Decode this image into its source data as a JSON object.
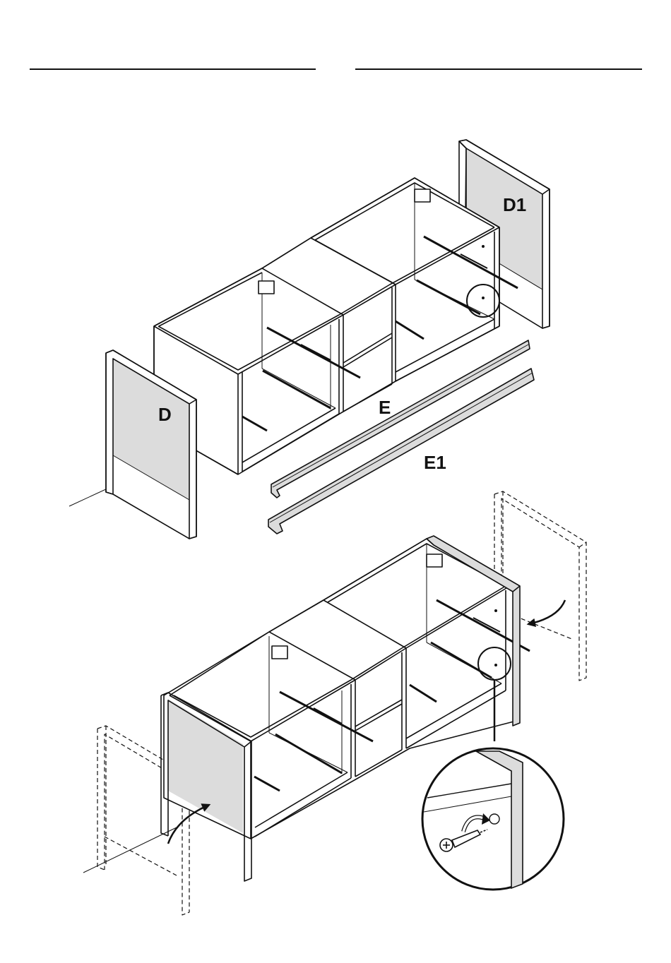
{
  "labels": {
    "side_panel_right": "D1",
    "side_panel_left": "D",
    "rail_back": "E",
    "rail_front": "E1"
  },
  "colors": {
    "ink": "#111111",
    "panel_fill": "#dcdcdc",
    "paper": "#ffffff"
  }
}
